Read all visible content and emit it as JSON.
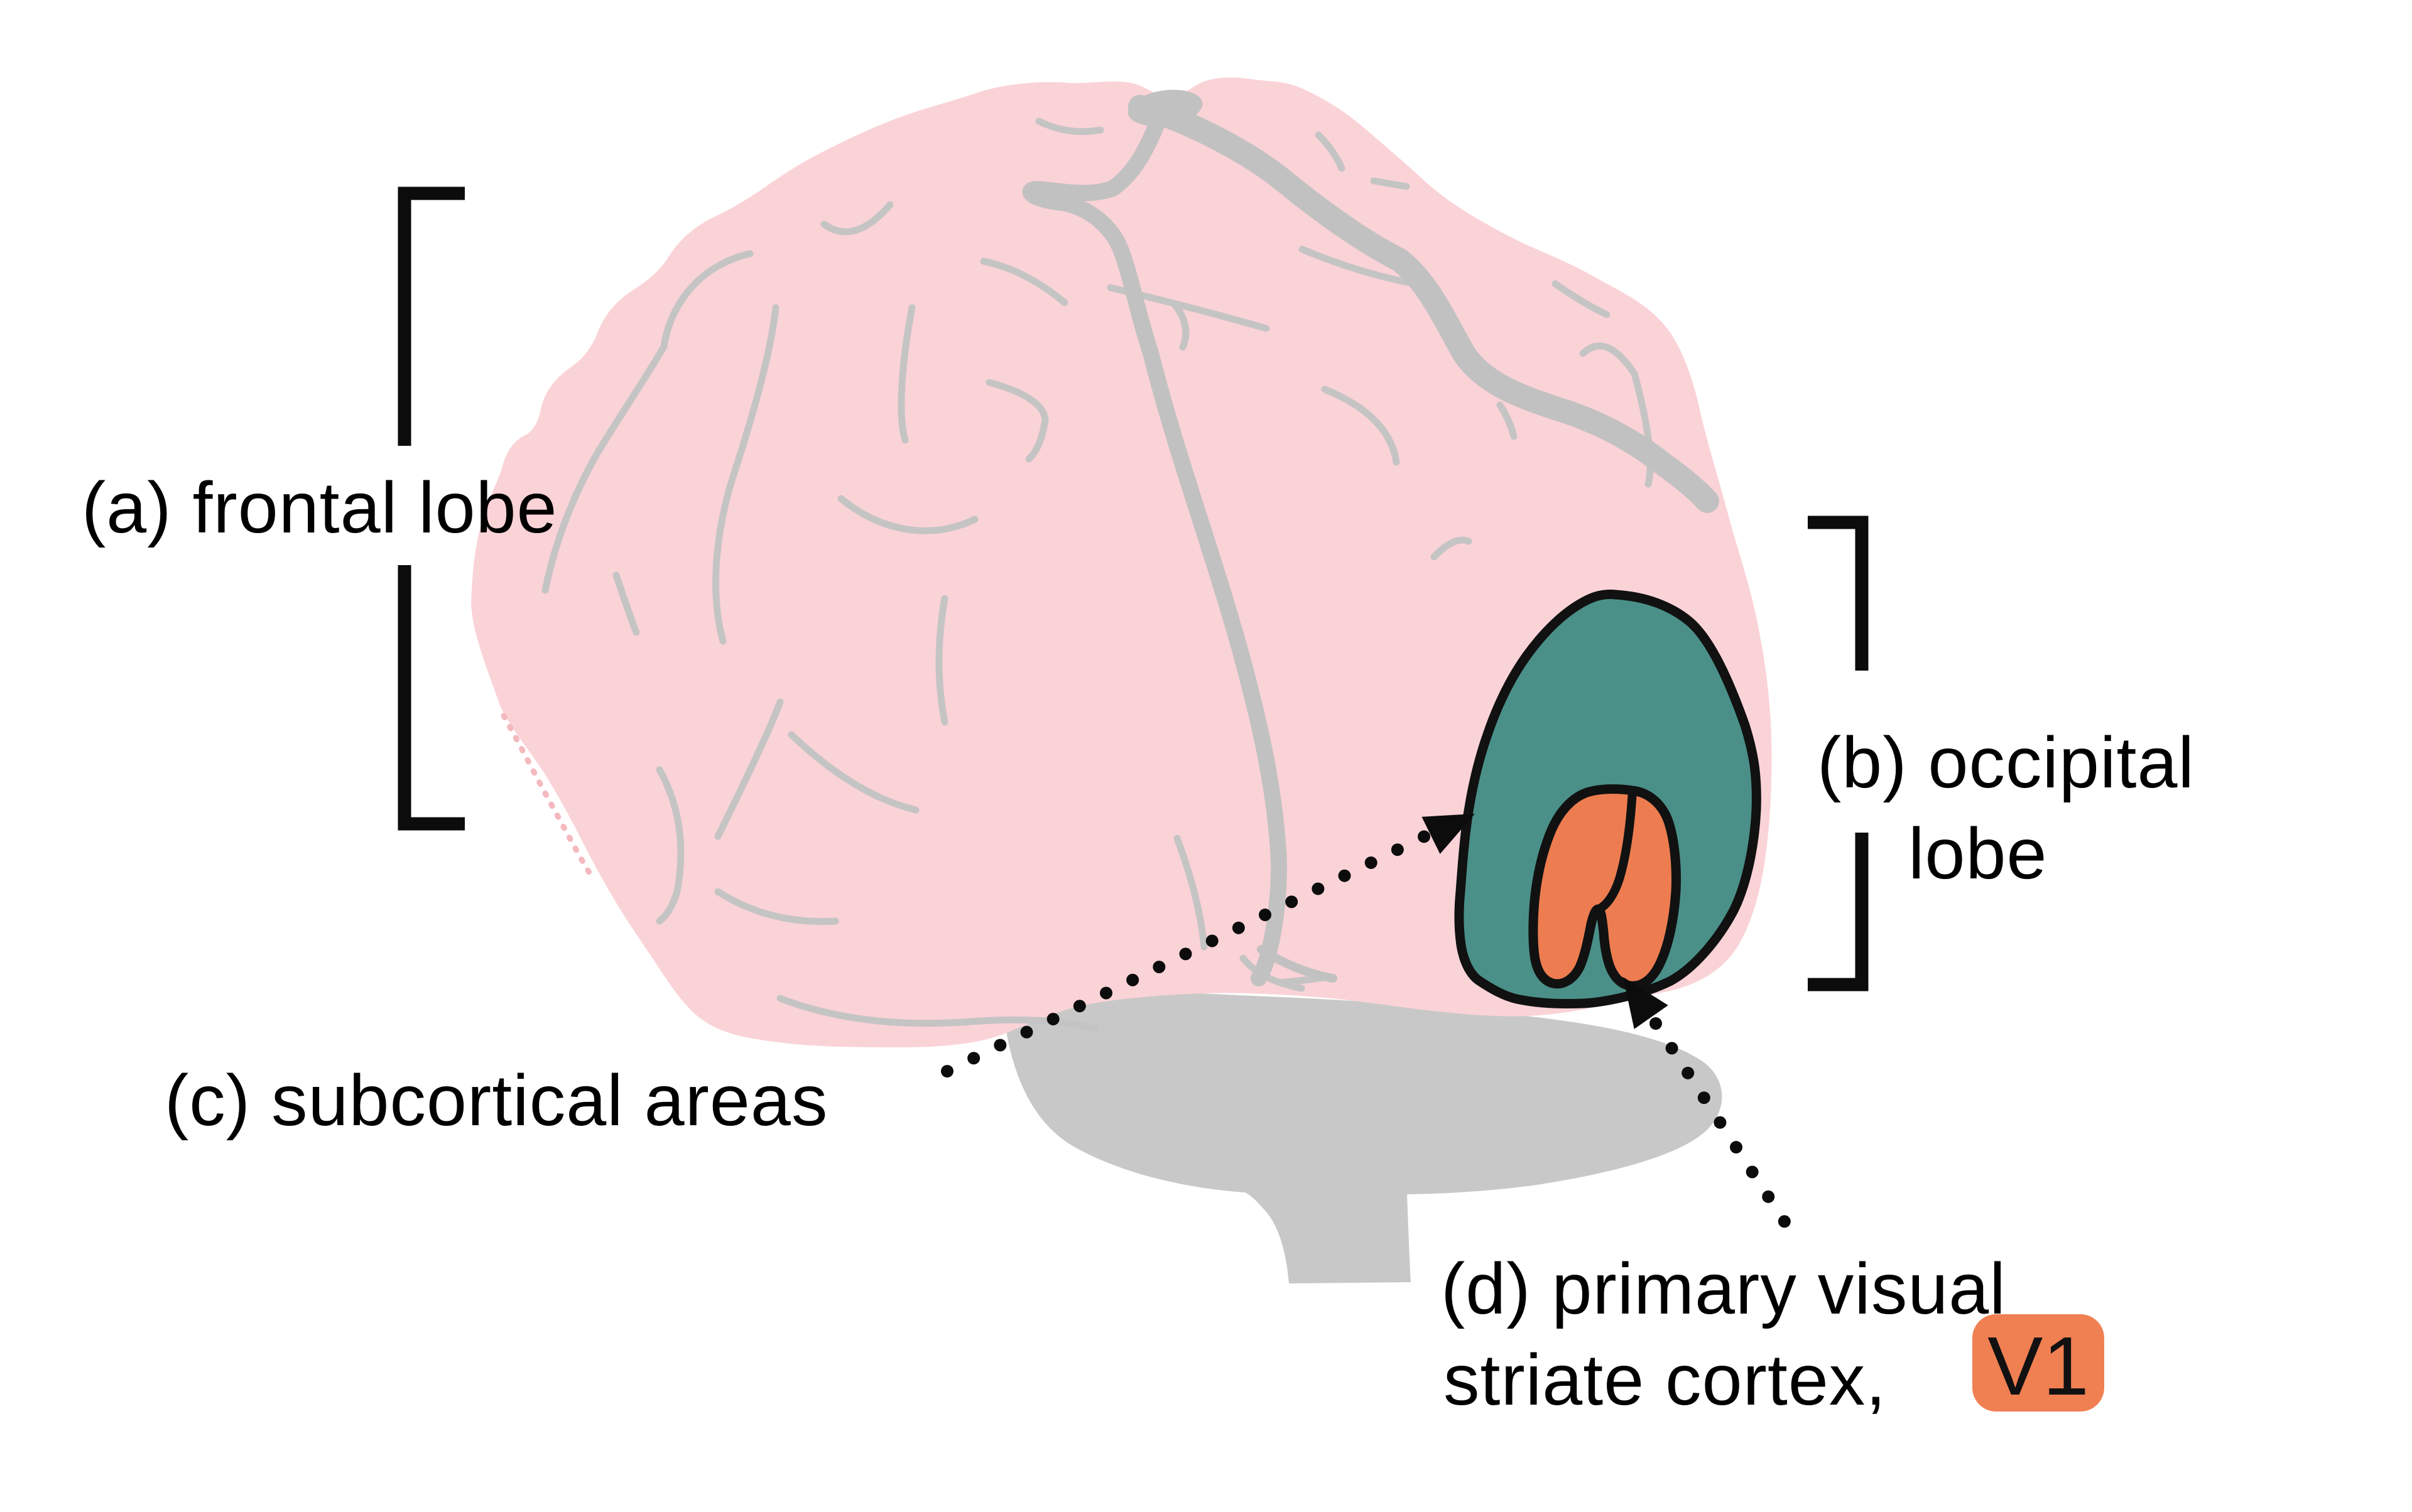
{
  "figure": {
    "title_semantic": "brain lateral view diagram with labeled regions",
    "labels": {
      "a": "(a) frontal lobe",
      "b_line1": "(b) occipital",
      "b_line2": "lobe",
      "c": "(c) subcortical areas",
      "d_line1": "(d) primary visual",
      "d_line2": "striate cortex,",
      "v1_badge": "V1"
    },
    "colors": {
      "cortex_pink": "#fad3d7",
      "cortex_pink_light_edge": "#f4b9bf",
      "sulci_gray": "#c5c4c4",
      "vessel_gray": "#c2c1c1",
      "cerebellum_gray": "#c9c8c8",
      "occipital_teal": "#4a9088",
      "v1_orange": "#ed7d50",
      "badge_orange": "#f07f52",
      "outline_black": "#111111",
      "text_black": "#000000"
    }
  }
}
